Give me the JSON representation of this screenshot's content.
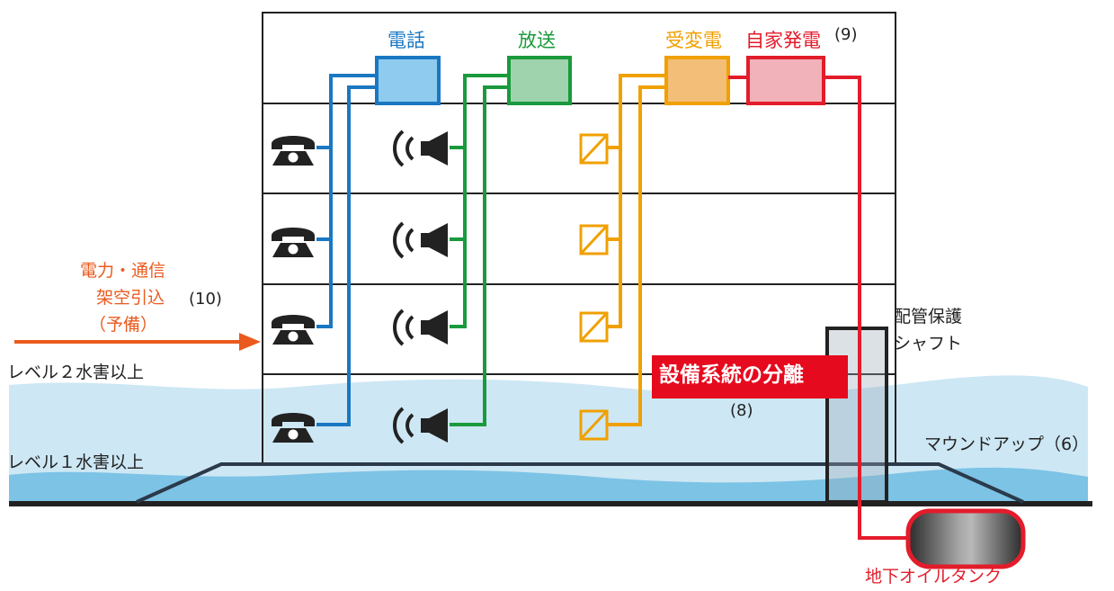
{
  "labels": {
    "telephone": "電話",
    "broadcast": "放送",
    "substation": "受変電",
    "generator": "自家発電",
    "generator_ref": "(9)",
    "overhead_line": "電力・通信",
    "overhead_line2": "架空引込",
    "overhead_spare": "（予備）",
    "overhead_ref": "(10)",
    "level2": "レベル２水害以上",
    "level1": "レベル１水害以上",
    "shaft_line1": "配管保護",
    "shaft_line2": "シャフト",
    "separation": "設備系統の分離",
    "separation_ref": "(8)",
    "mound": "マウンドアップ（6）",
    "tank": "地下オイルタンク"
  },
  "colors": {
    "telephone": "#1a78c2",
    "broadcast": "#1a9a3c",
    "substation": "#f0a000",
    "generator": "#e31c2b",
    "overhead_arrow": "#ea5a1e",
    "water_light": "#cde7f4",
    "water_dark": "#79c2e4",
    "black": "#222222"
  },
  "icons": [
    "telephone-icon",
    "speaker-icon",
    "transformer-icon",
    "arrow-right-icon"
  ]
}
